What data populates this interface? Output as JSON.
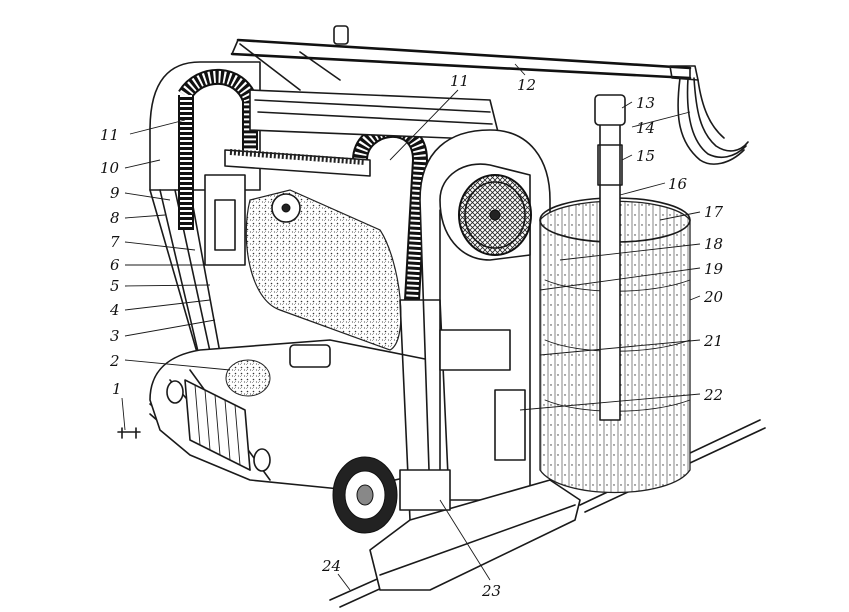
{
  "callouts": [
    {
      "id": "1",
      "text": "1"
    },
    {
      "id": "2",
      "text": "2"
    },
    {
      "id": "3",
      "text": "3"
    },
    {
      "id": "4",
      "text": "4"
    },
    {
      "id": "5",
      "text": "5"
    },
    {
      "id": "6",
      "text": "6"
    },
    {
      "id": "7",
      "text": "7"
    },
    {
      "id": "8",
      "text": "8"
    },
    {
      "id": "9",
      "text": "9"
    },
    {
      "id": "10",
      "text": "10"
    },
    {
      "id": "11a",
      "text": "11"
    },
    {
      "id": "11b",
      "text": "11"
    },
    {
      "id": "12",
      "text": "12"
    },
    {
      "id": "13",
      "text": "13"
    },
    {
      "id": "14",
      "text": "14"
    },
    {
      "id": "15",
      "text": "15"
    },
    {
      "id": "16",
      "text": "16"
    },
    {
      "id": "17",
      "text": "17"
    },
    {
      "id": "18",
      "text": "18"
    },
    {
      "id": "19",
      "text": "19"
    },
    {
      "id": "20",
      "text": "20"
    },
    {
      "id": "21",
      "text": "21"
    },
    {
      "id": "22",
      "text": "22"
    },
    {
      "id": "23",
      "text": "23"
    },
    {
      "id": "24",
      "text": "24"
    }
  ]
}
